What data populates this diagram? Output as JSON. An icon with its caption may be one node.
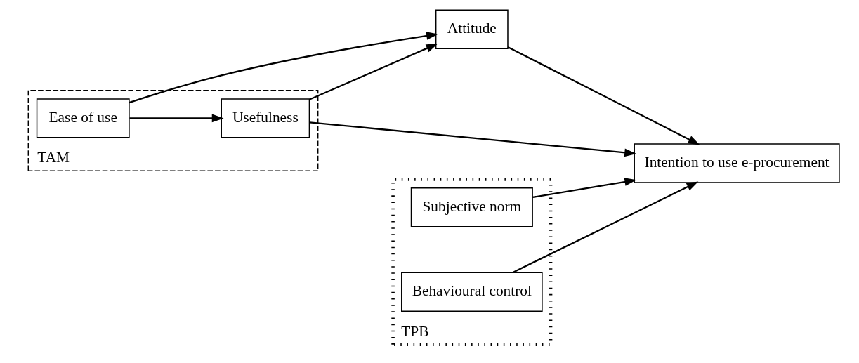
{
  "diagram": {
    "nodes": [
      {
        "text": [
          "TAM"
        ]
      },
      {
        "text": [
          "TPB"
        ]
      },
      {
        "text": [
          "Attitude"
        ]
      },
      {
        "text": [
          "Subjective norm"
        ],
        "in": 1
      },
      {
        "text": [
          "Ease of use"
        ],
        "in": 0
      },
      {
        "text": [
          "Intention to use e-procurement"
        ]
      },
      {
        "text": [
          "Usefulness"
        ],
        "in": 0
      },
      {
        "text": [
          "Behavioural control"
        ],
        "in": 1
      }
    ],
    "edges": [
      {
        "from": 4,
        "to": 2,
        "arrow": "to"
      },
      {
        "from": 4,
        "to": 6,
        "arrow": "to"
      },
      {
        "from": 6,
        "to": 2,
        "arrow": "to"
      },
      {
        "from": 2,
        "to": 5,
        "arrow": "to"
      },
      {
        "from": 6,
        "to": 5,
        "arrow": "to"
      },
      {
        "from": 3,
        "to": 5,
        "arrow": "to"
      },
      {
        "from": 7,
        "to": 5,
        "arrow": "to"
      }
    ]
  }
}
